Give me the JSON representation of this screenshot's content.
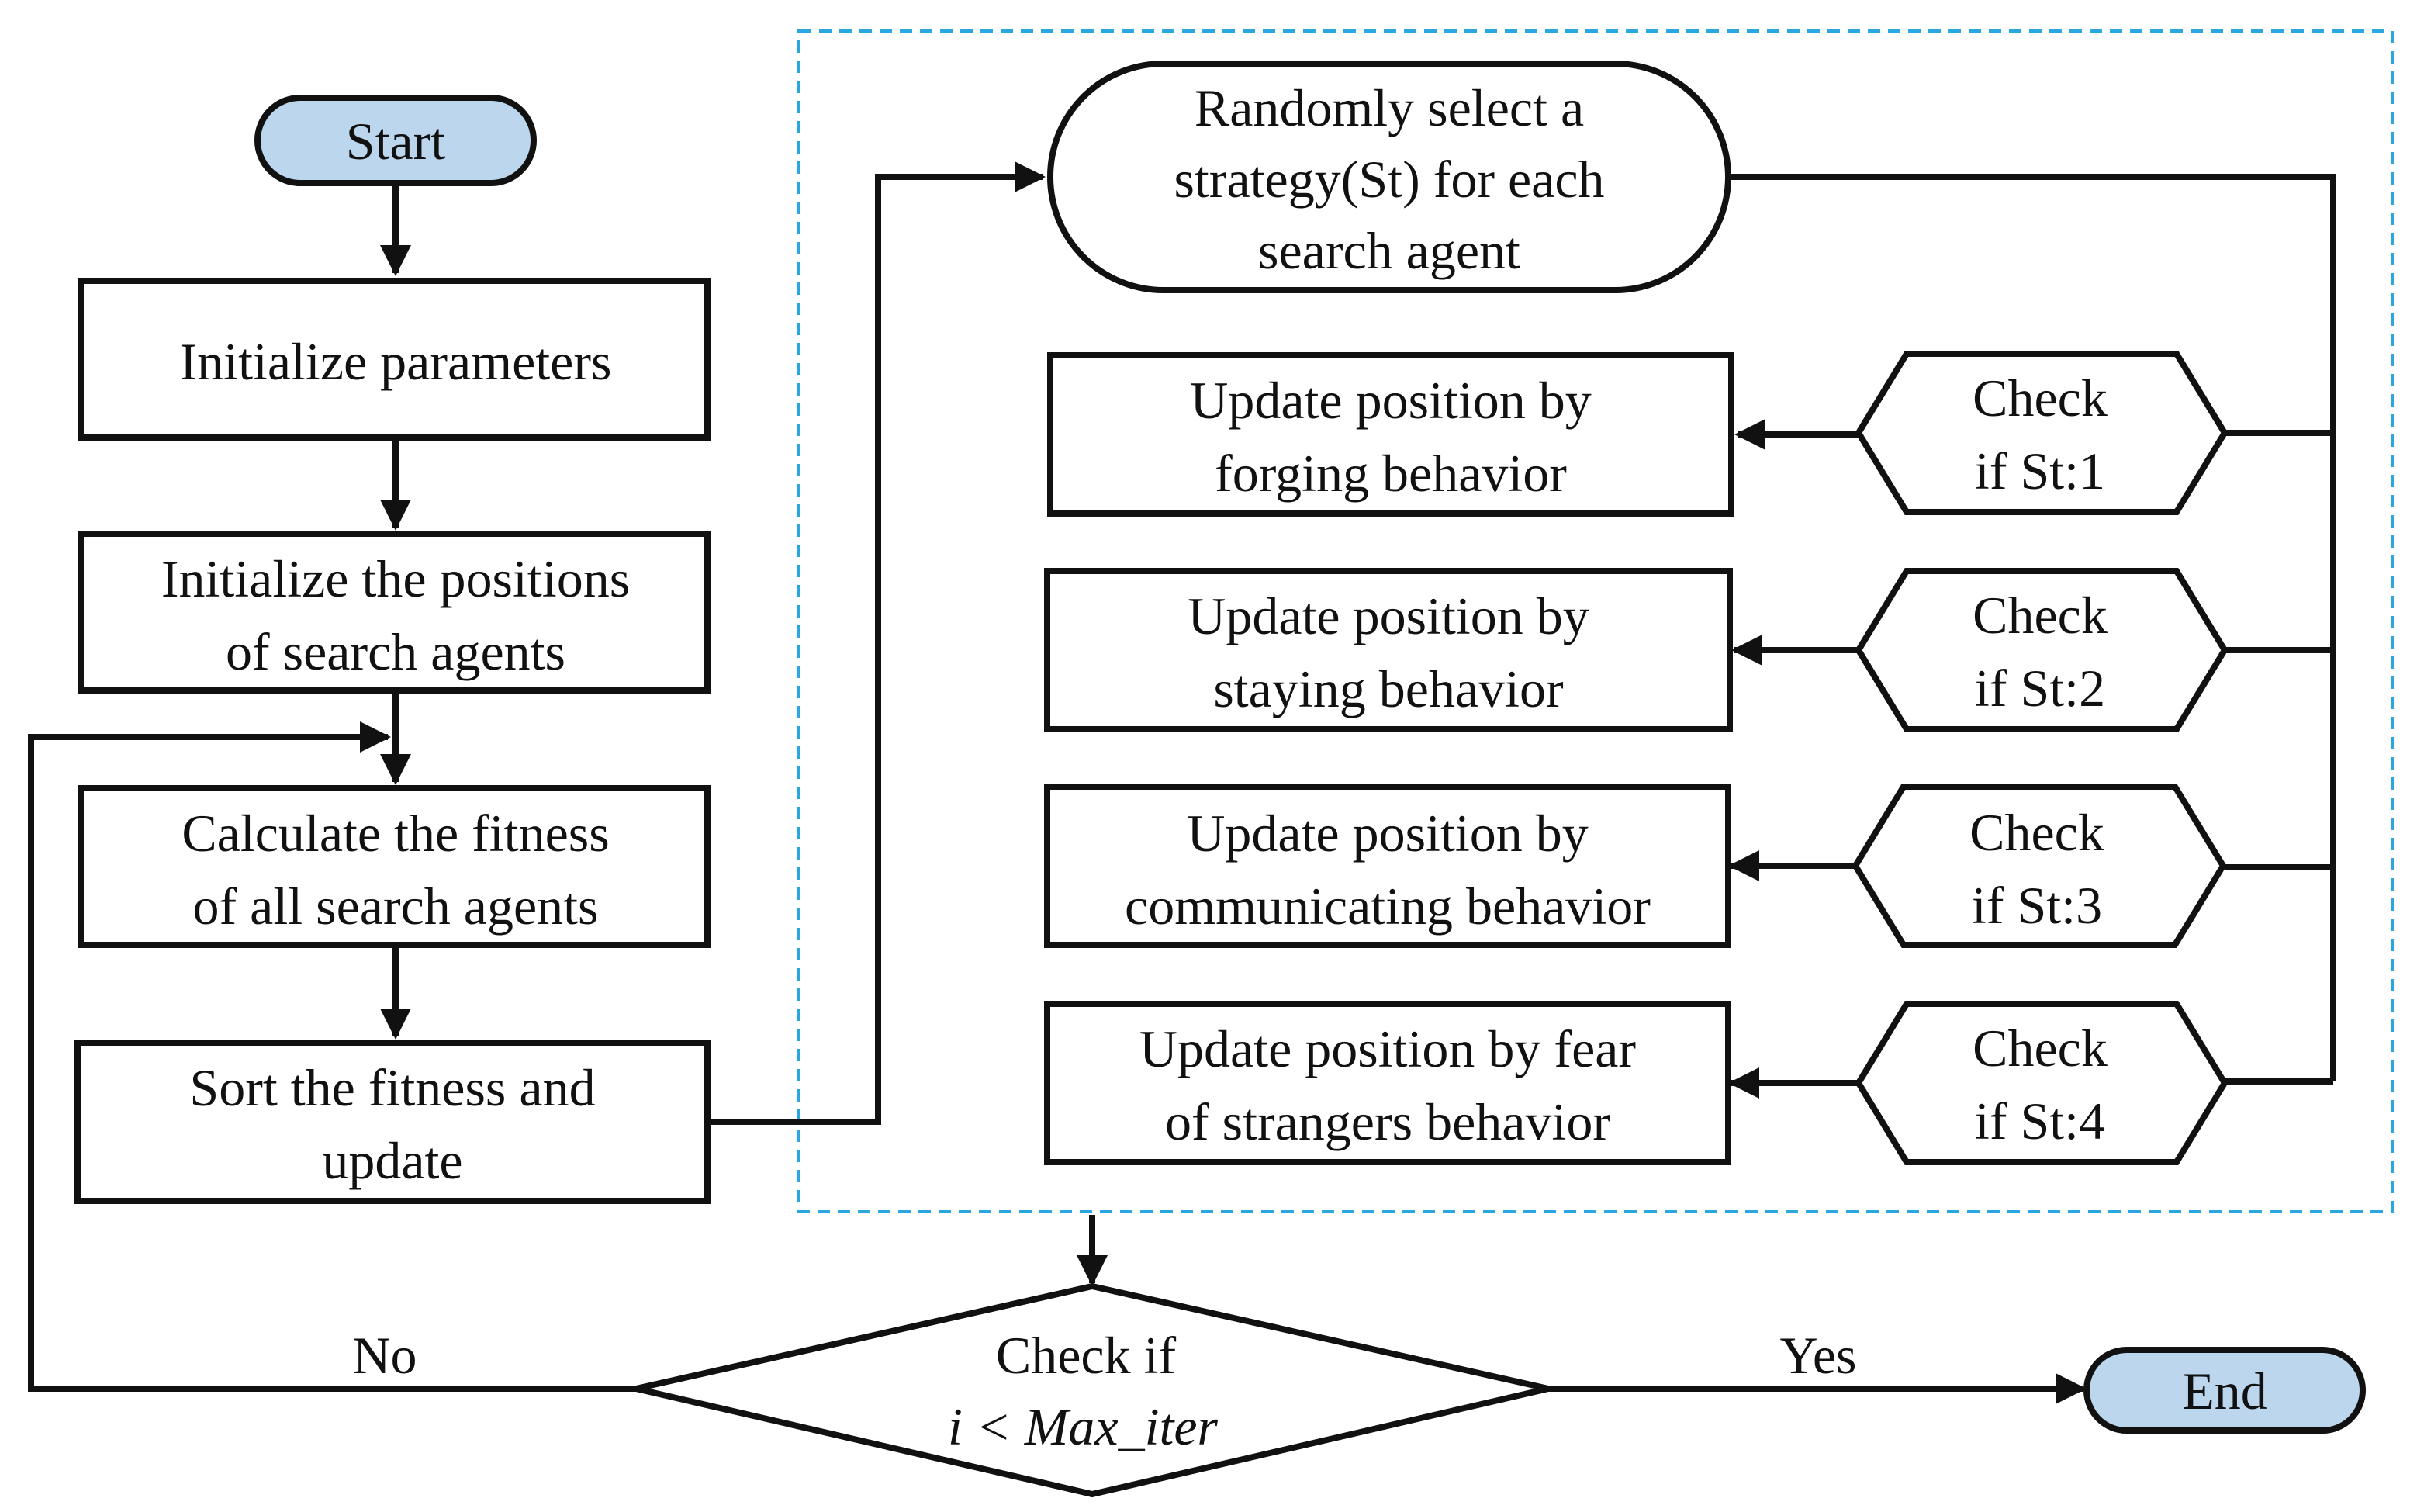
{
  "start": "Start",
  "end": "End",
  "steps": {
    "init_params": [
      "Initialize parameters"
    ],
    "init_positions": [
      "Initialize the positions",
      "of search agents"
    ],
    "calc_fitness": [
      "Calculate the fitness",
      "of all search agents"
    ],
    "sort_update": [
      "Sort the fitness and",
      "update"
    ]
  },
  "strategy_select": [
    "Randomly select a",
    "strategy(St) for each",
    "search agent"
  ],
  "updates": [
    [
      "Update position by",
      "forging behavior"
    ],
    [
      "Update position by",
      "staying behavior"
    ],
    [
      "Update position by",
      "communicating behavior"
    ],
    [
      "Update position by fear",
      "of strangers behavior"
    ]
  ],
  "checks": [
    [
      "Check",
      "if St:1"
    ],
    [
      "Check",
      "if St:2"
    ],
    [
      "Check",
      "if St:3"
    ],
    [
      "Check",
      "if St:4"
    ]
  ],
  "decision": {
    "line1": "Check if",
    "line2": "i < Max_iter"
  },
  "labels": {
    "no": "No",
    "yes": "Yes"
  },
  "colors": {
    "terminal_fill": "#bcd6ee",
    "stroke": "#111111",
    "dashed_region": "#2aa7e0"
  }
}
